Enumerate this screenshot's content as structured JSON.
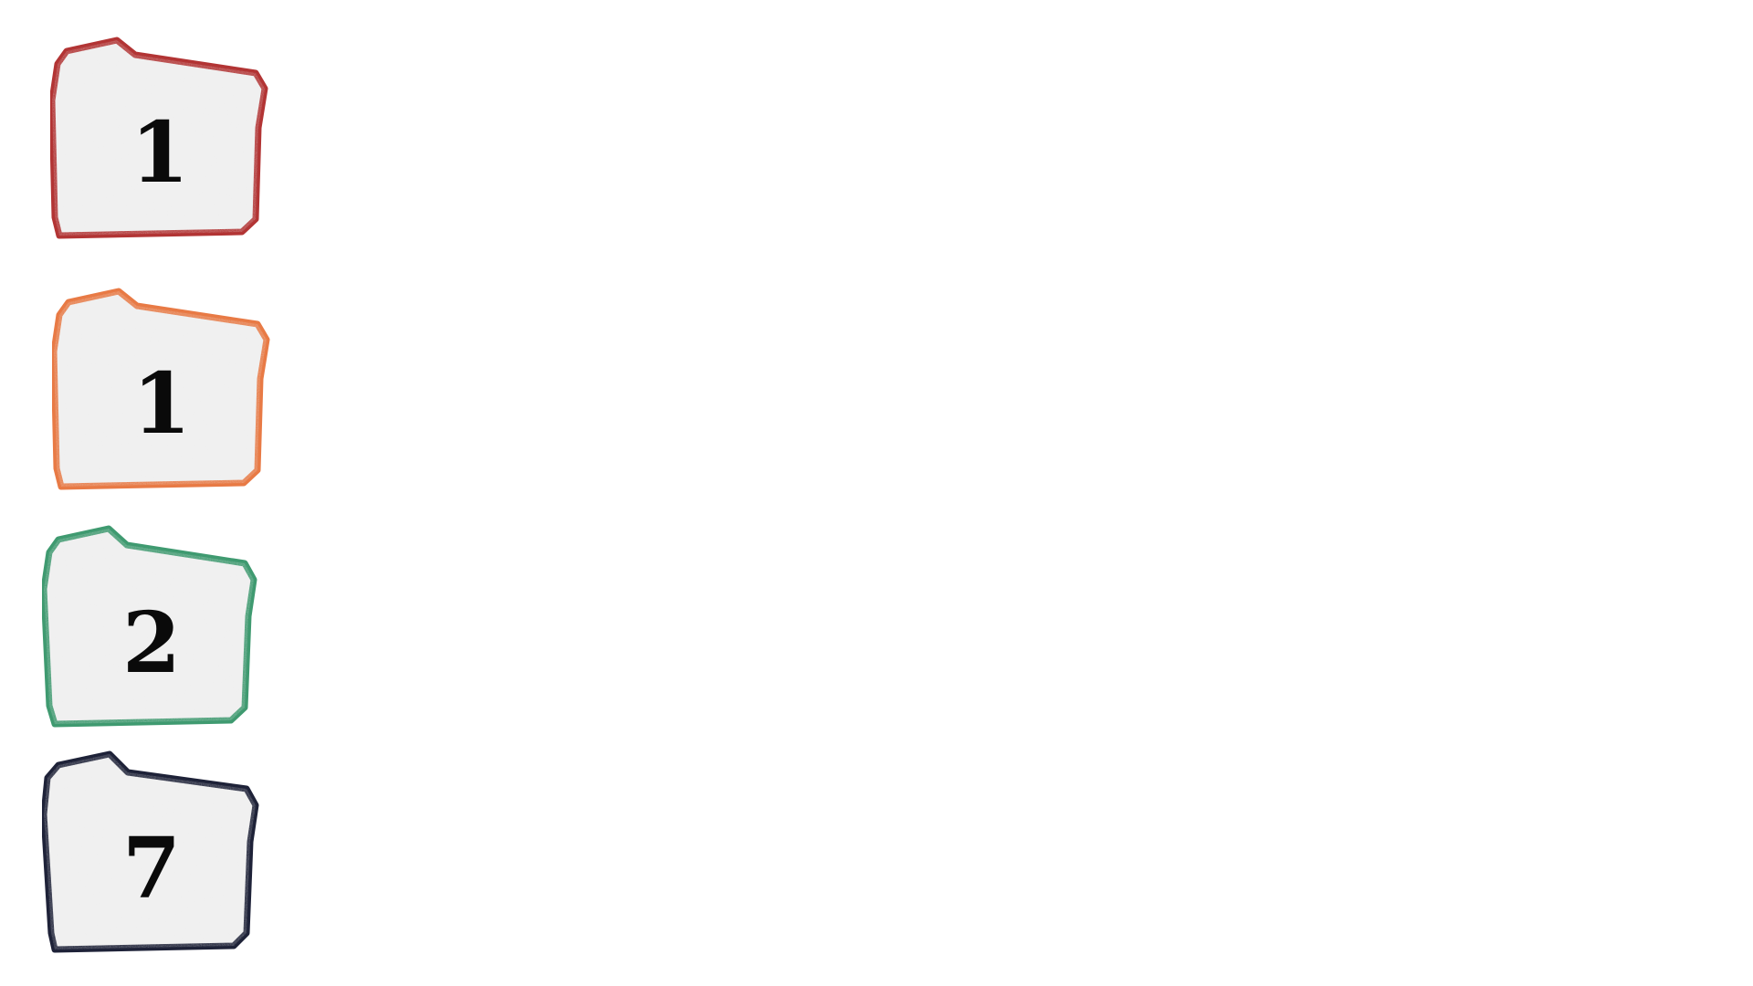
{
  "items": [
    {
      "number": "1",
      "border_color": "#b23434",
      "lines": [
        "",
        ""
      ]
    },
    {
      "number": "1",
      "border_color": "#e87a45",
      "lines": [
        "",
        ""
      ]
    },
    {
      "number": "2",
      "border_color": "#3f9a70",
      "lines": [
        "",
        ""
      ]
    },
    {
      "number": "7",
      "border_color": "#1e2238",
      "lines": [
        "",
        ""
      ]
    }
  ]
}
